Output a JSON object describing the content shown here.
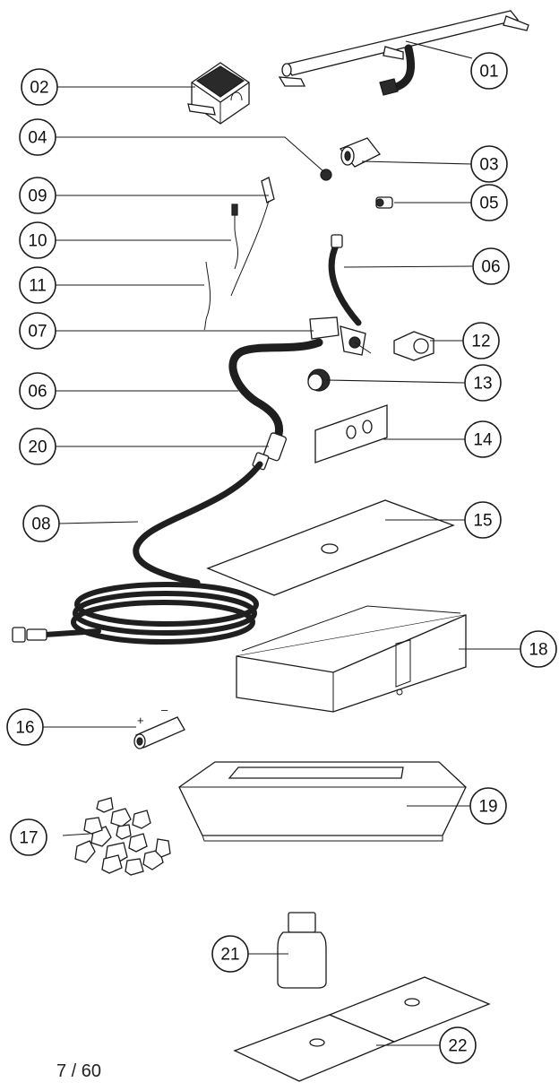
{
  "page_number": "7 / 60",
  "callouts": {
    "c01": "01",
    "c02": "02",
    "c03": "03",
    "c04": "04",
    "c05": "05",
    "c06a": "06",
    "c06b": "06",
    "c07": "07",
    "c08": "08",
    "c09": "09",
    "c10": "10",
    "c11": "11",
    "c12": "12",
    "c13": "13",
    "c14": "14",
    "c15": "15",
    "c16": "16",
    "c17": "17",
    "c18": "18",
    "c19": "19",
    "c20": "20",
    "c21": "21",
    "c22": "22"
  },
  "battery_marks": {
    "plus": "+",
    "minus": "–"
  }
}
